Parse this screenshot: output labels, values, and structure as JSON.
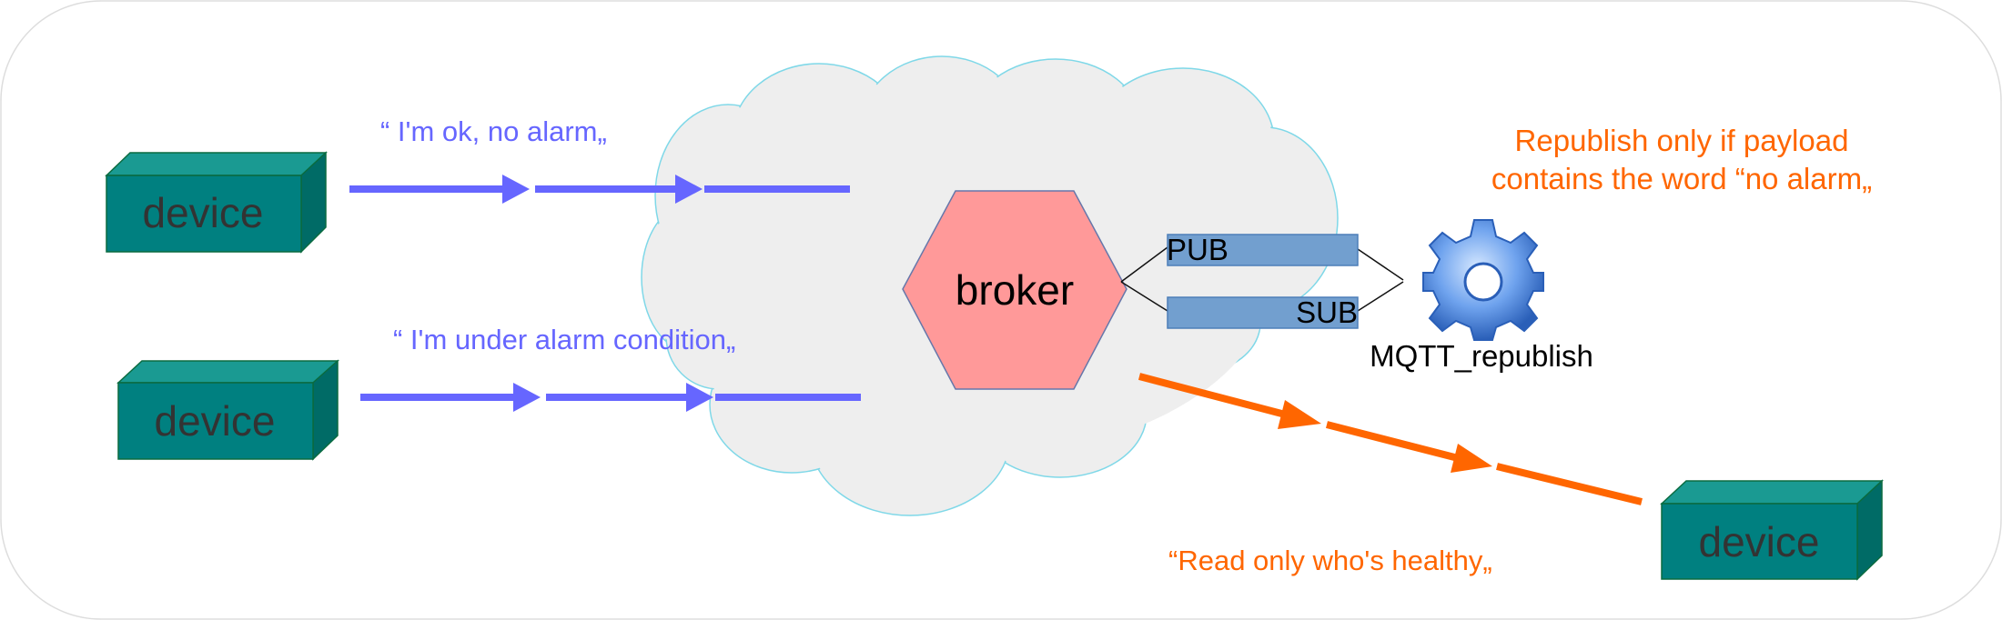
{
  "diagram": {
    "devices": [
      {
        "label": "device"
      },
      {
        "label": "device"
      },
      {
        "label": "device"
      }
    ],
    "broker": {
      "label": "broker"
    },
    "pub_label": "PUB",
    "sub_label": "SUB",
    "gear_label": "MQTT_republish",
    "messages": {
      "ok": "“ I'm ok, no alarm„",
      "alarm": "“ I'm under alarm condition„",
      "read": "“Read only who's healthy„"
    },
    "rule": {
      "line1": "Republish only if payload",
      "line2": "contains the word “no alarm„"
    },
    "colors": {
      "device_face": "#008080",
      "device_top": "#1a9a92",
      "device_side": "#006b66",
      "cloud_fill": "#eeeeee",
      "cloud_stroke": "#7fd8e8",
      "broker_fill": "#ff9999",
      "blue_arrow": "#6666ff",
      "orange_arrow": "#ff6600",
      "queue_fill": "#729fcf",
      "gear": "#4a86e8"
    }
  }
}
